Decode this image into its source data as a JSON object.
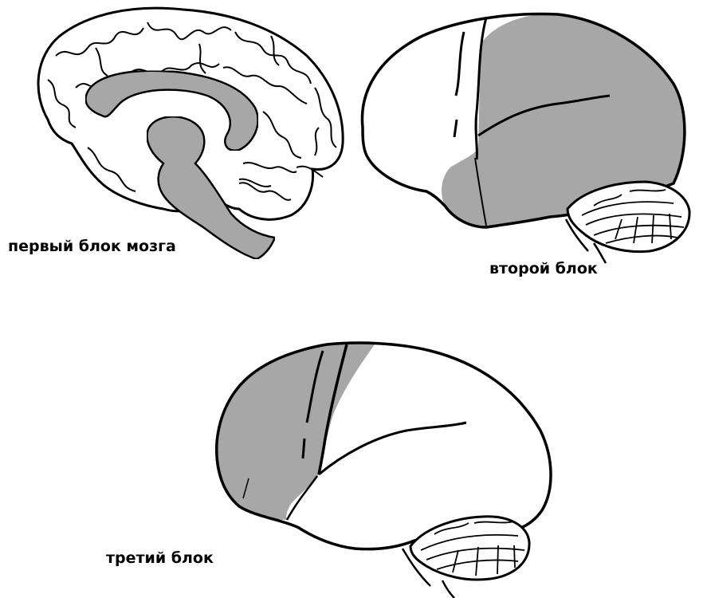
{
  "labels": {
    "block1": "первый блок мозга",
    "block2": "второй блок",
    "block3": "третий блок"
  },
  "colors": {
    "region_fill": "#a9a9a9",
    "outline": "#000000",
    "background": "#ffffff"
  }
}
